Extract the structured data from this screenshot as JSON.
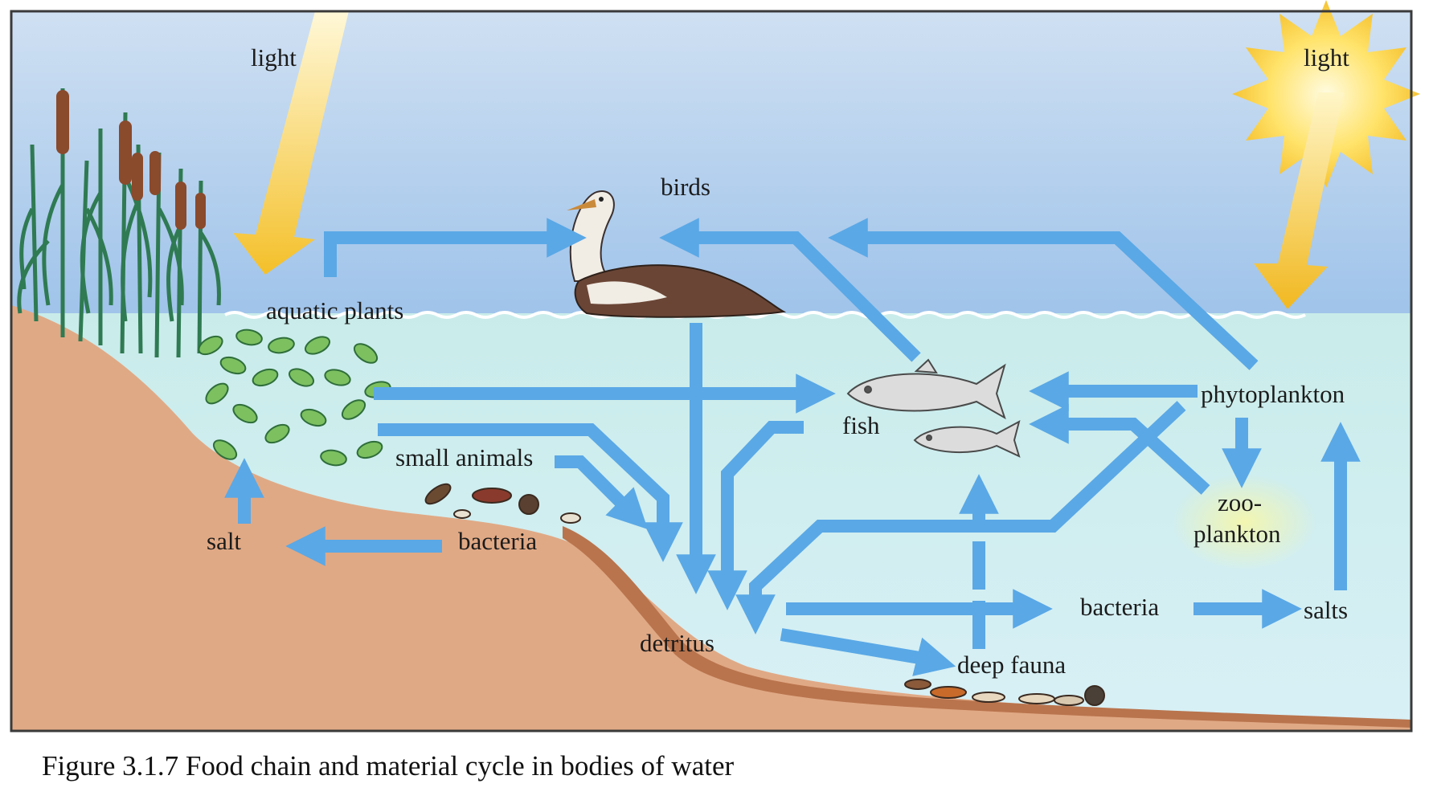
{
  "diagram": {
    "labels": {
      "light_left": "light",
      "light_right": "light",
      "birds": "birds",
      "aquatic_plants": "aquatic plants",
      "small_animals": "small animals",
      "bacteria_shore": "bacteria",
      "salt": "salt",
      "fish": "fish",
      "phytoplankton": "phytoplankton",
      "zooplankton_line1": "zoo-",
      "zooplankton_line2": "plankton",
      "bacteria_deep": "bacteria",
      "salts": "salts",
      "detritus": "detritus",
      "deep_fauna": "deep fauna"
    },
    "caption": "Figure 3.1.7 Food chain and material cycle in bodies of water",
    "colors": {
      "sky": "#b8d2ee",
      "water": "#cde9ec",
      "sediment": "#dfa883",
      "arrow": "#5aa8e6",
      "light": "#f2c23a",
      "frame": "#3a3a3a"
    }
  }
}
